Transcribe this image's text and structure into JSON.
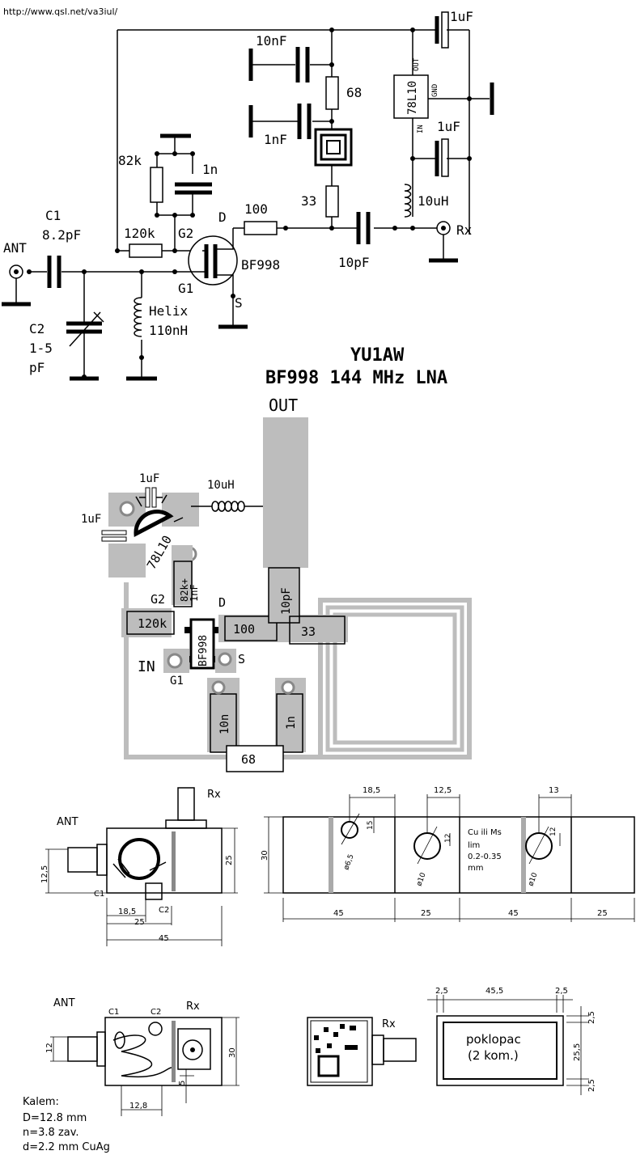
{
  "url": "http://www.qsl.net/va3iul/",
  "title": {
    "author": "YU1AW",
    "name": "BF998 144 MHz LNA"
  },
  "schematic": {
    "ant": "ANT",
    "rx": "Rx",
    "c1": "C1",
    "c1_val": "8.2pF",
    "c2": "C2",
    "c2_val1": "1-5",
    "c2_val2": "pF",
    "helix": "Helix",
    "helix_val": "110nH",
    "r82k": "82k",
    "c1n": "1n",
    "r120k": "120k",
    "g2": "G2",
    "g1": "G1",
    "d": "D",
    "s": "S",
    "fet": "BF998",
    "r100": "100",
    "r33": "33",
    "r68": "68",
    "c10nf": "10nF",
    "c1nf": "1nF",
    "c10pf": "10pF",
    "l10uh": "10uH",
    "c1uf_top": "1uF",
    "c1uf_mid": "1uF",
    "reg": "78L10",
    "reg_out": "OUT",
    "reg_gnd": "GND",
    "reg_in": "IN"
  },
  "pcb": {
    "out": "OUT",
    "in": "IN",
    "g1": "G1",
    "g2": "G2",
    "d": "D",
    "s": "S",
    "c1uf_a": "1uF",
    "c1uf_b": "1uF",
    "l10uh": "10uH",
    "reg": "78L10",
    "r82k": "82k+",
    "c1nf": "1nF",
    "r120k": "120k",
    "fet": "BF998",
    "r100": "100",
    "c10pf": "10pF",
    "r33": "33",
    "c10n": "10n",
    "c1n": "1n",
    "r68": "68"
  },
  "mech": {
    "ant1": "ANT",
    "rx1": "Rx",
    "c1": "C1",
    "c2": "C2",
    "d12_5": "12,5",
    "d25v": "25",
    "d18_5": "18,5",
    "d25h": "25",
    "d45h": "45",
    "strip": {
      "h30": "30",
      "d18_5": "18,5",
      "d12_5": "12,5",
      "d13": "13",
      "d15": "15",
      "d12a": "12",
      "d12b": "12",
      "phi1": "ø6,5",
      "phi2": "ø10",
      "phi3": "ø10",
      "mat1": "Cu ili Ms",
      "mat2": "lim",
      "mat3": "0.2-0.35",
      "mat4": "mm",
      "seg1": "45",
      "seg2": "25",
      "seg3": "45",
      "seg4": "25"
    },
    "ant2": "ANT",
    "rx2": "Rx",
    "c1b": "C1",
    "c2b": "C2",
    "d12": "12",
    "d30": "30",
    "d5": "5",
    "d12_8": "12,8",
    "kalem": "Kalem:",
    "kd": "D=12.8 mm",
    "kn": "n=3.8 zav.",
    "kdd": "d=2.2 mm CuAg",
    "rx3": "Rx",
    "lid": {
      "d2_5a": "2,5",
      "d45_5": "45,5",
      "d2_5b": "2,5",
      "d2_5c": "2,5",
      "d25_5": "25,5",
      "d2_5d": "2,5",
      "l1": "poklopac",
      "l2": "(2 kom.)"
    }
  }
}
